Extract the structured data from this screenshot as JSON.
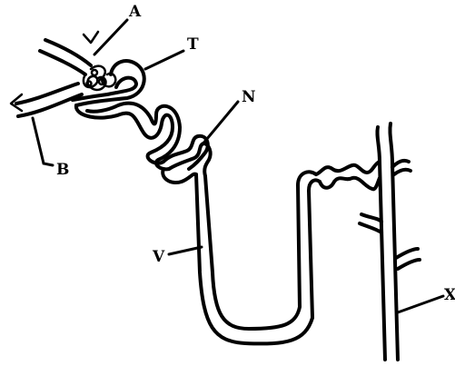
{
  "labels": {
    "A": "A",
    "T": "T",
    "N": "N",
    "B": "B",
    "V": "V",
    "X": "X"
  }
}
